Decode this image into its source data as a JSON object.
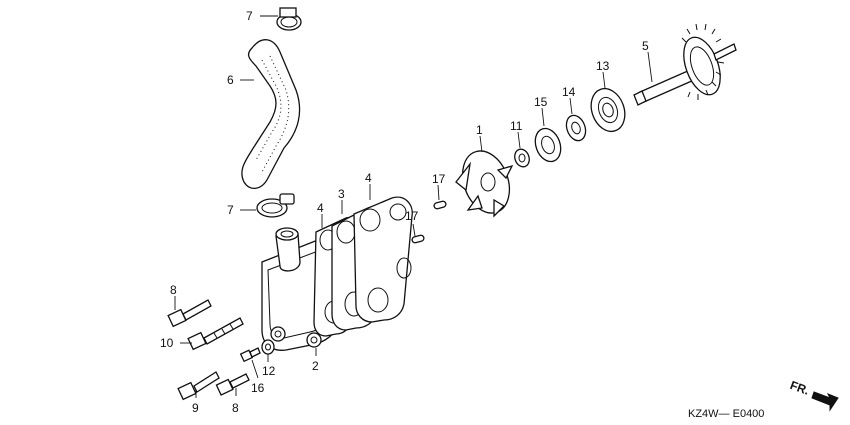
{
  "callouts": {
    "c1": "1",
    "c2": "2",
    "c3": "3",
    "c4a": "4",
    "c4b": "4",
    "c5": "5",
    "c6": "6",
    "c7a": "7",
    "c7b": "7",
    "c8a": "8",
    "c8b": "8",
    "c9": "9",
    "c10": "10",
    "c11": "11",
    "c12": "12",
    "c13": "13",
    "c14": "14",
    "c15": "15",
    "c16": "16",
    "c17a": "17",
    "c17b": "17"
  },
  "front_indicator": "FR.",
  "diagram_code": "KZ4W— E0400"
}
